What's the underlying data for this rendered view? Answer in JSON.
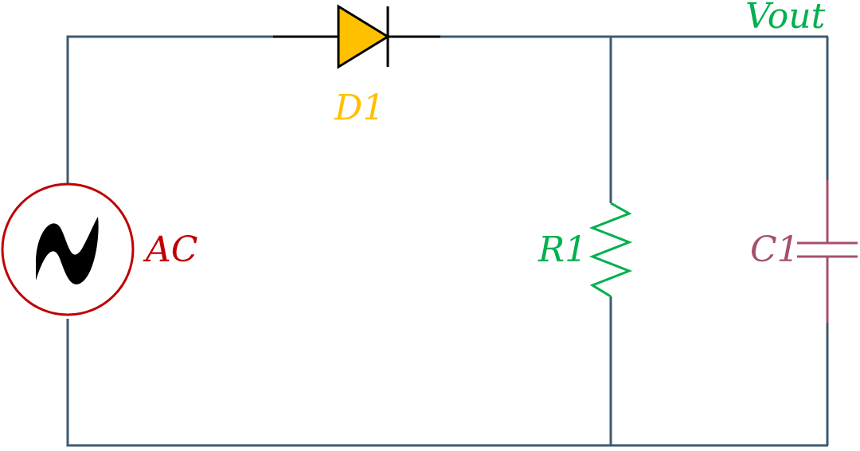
{
  "diagram": {
    "colors": {
      "wire": "#3f5a6f",
      "diode_fill": "#ffc000",
      "diode_stroke": "#000000",
      "ac_circle": "#c00000",
      "ac_label": "#c00000",
      "diode_label": "#ffc000",
      "resistor": "#00b050",
      "resistor_label": "#00b050",
      "capacitor": "#a5506e",
      "capacitor_label": "#a5506e",
      "vout_label": "#00b050",
      "background": "#ffffff"
    },
    "components": {
      "ac_source": {
        "label": "AC",
        "icon": "sine-wave-icon"
      },
      "diode": {
        "label": "D1"
      },
      "resistor": {
        "label": "R1"
      },
      "capacitor": {
        "label": "C1"
      }
    },
    "output": {
      "label": "Vout"
    }
  }
}
